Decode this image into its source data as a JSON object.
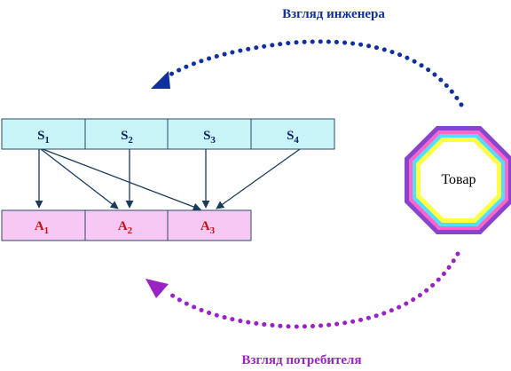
{
  "engineer_view": {
    "label": "Взгляд инженера",
    "color": "#1030a0"
  },
  "consumer_view": {
    "label": "Взгляд потребителя",
    "color": "#9b22c4"
  },
  "s_row": {
    "fill": "#c8f4f8",
    "cells": [
      {
        "base": "S",
        "sub": "1"
      },
      {
        "base": "S",
        "sub": "2"
      },
      {
        "base": "S",
        "sub": "3"
      },
      {
        "base": "S",
        "sub": "4"
      }
    ]
  },
  "a_row": {
    "fill": "#f8c8f4",
    "text_color": "#cc1010",
    "cells": [
      {
        "base": "A",
        "sub": "1"
      },
      {
        "base": "A",
        "sub": "2"
      },
      {
        "base": "A",
        "sub": "3"
      }
    ]
  },
  "product": {
    "label": "Товар",
    "ring_colors": [
      "#8844cc",
      "#ff66cc",
      "#55ddff",
      "#ffff44"
    ]
  }
}
